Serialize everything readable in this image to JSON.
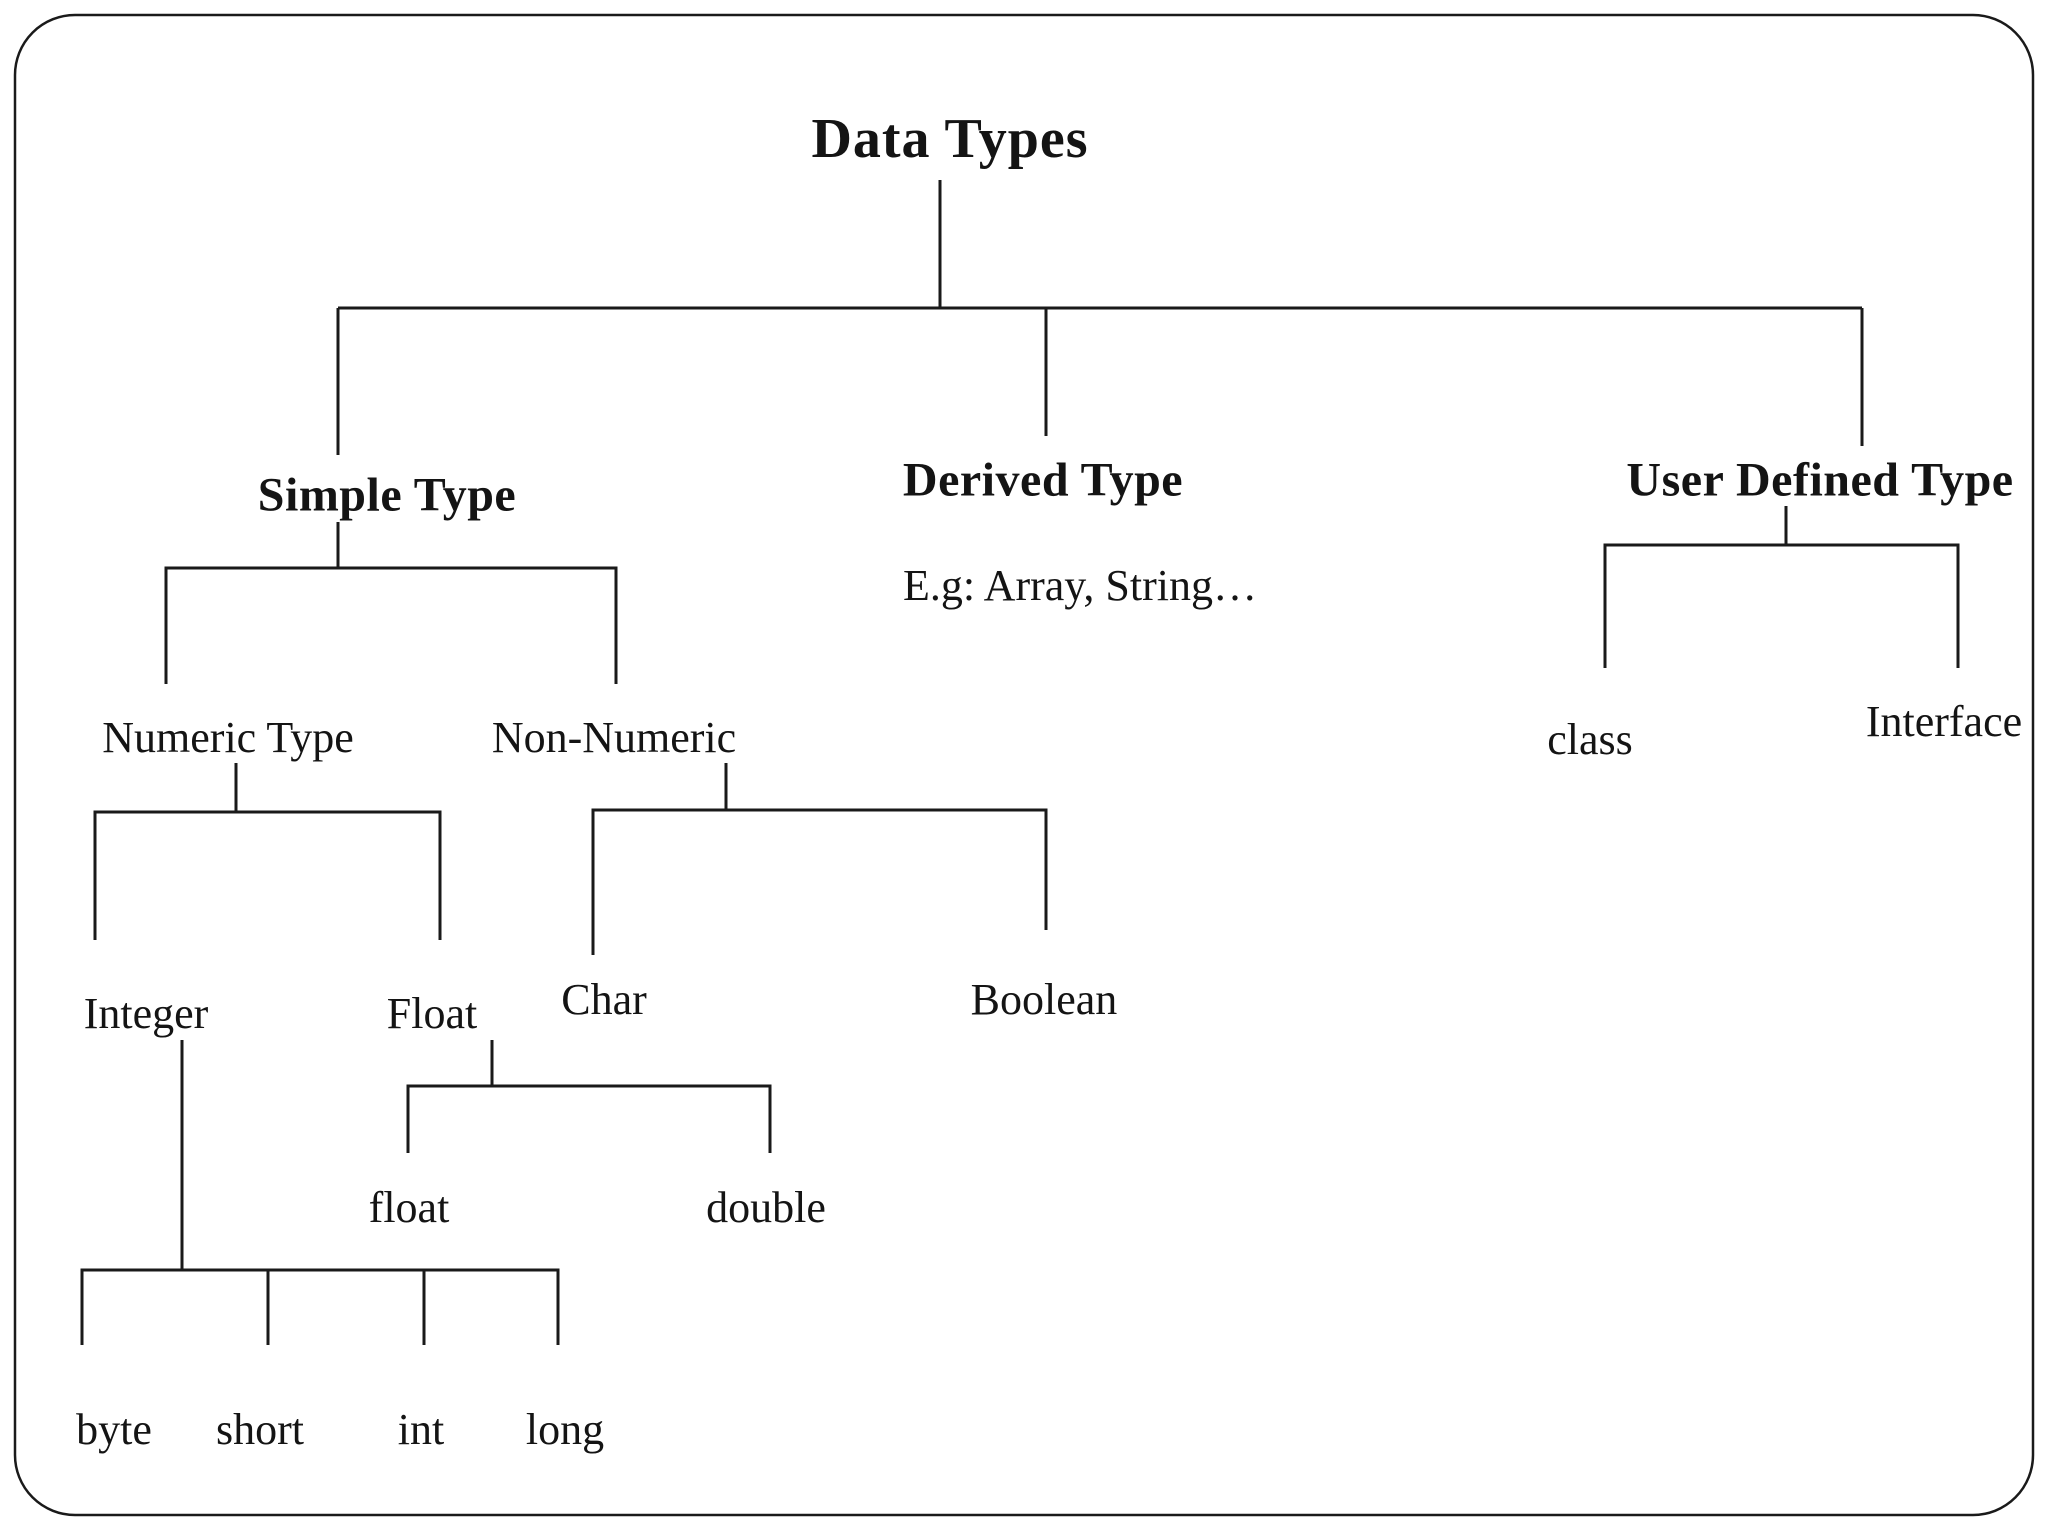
{
  "colors": {
    "line": "#1a1a1a",
    "text": "#141414",
    "background": "#ffffff"
  },
  "tree": {
    "label": "Data Types",
    "children": [
      {
        "label": "Simple Type",
        "children": [
          {
            "label": "Numeric Type",
            "children": [
              {
                "label": "Integer",
                "children": [
                  {
                    "label": "byte"
                  },
                  {
                    "label": "short"
                  },
                  {
                    "label": "int"
                  },
                  {
                    "label": "long"
                  }
                ]
              },
              {
                "label": "Float",
                "children": [
                  {
                    "label": "float"
                  },
                  {
                    "label": "double"
                  }
                ]
              }
            ]
          },
          {
            "label": "Non-Numeric",
            "children": [
              {
                "label": "Char"
              },
              {
                "label": "Boolean"
              }
            ]
          }
        ]
      },
      {
        "label": "Derived Type",
        "note": "E.g: Array, String…"
      },
      {
        "label": "User Defined Type",
        "children": [
          {
            "label": "class"
          },
          {
            "label": "Interface"
          }
        ]
      }
    ]
  }
}
